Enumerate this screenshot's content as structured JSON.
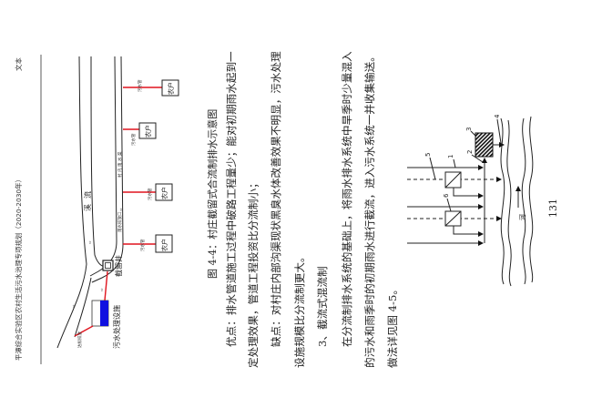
{
  "header": {
    "title": "平潭综合实验区农村生活污水治理专项规划（2020-2030年）",
    "section": "文本"
  },
  "figure44": {
    "caption": "图 4-4：村庄截留式合流制排水示意图",
    "stream_label": "溪流",
    "channel_label": "村内雨水渠",
    "outlet_label": "雨水排放口",
    "well_label": "截留井",
    "plant_label": "污水处理设施",
    "discharge_label": "达标排放",
    "house_label": "农户",
    "pipe_label": "污水管",
    "plant_color": "#1010e0",
    "pipe_color": "#e0141e"
  },
  "body": {
    "lines": [
      "优点：排水管道施工过程中破路工程量少；能对初期雨水起到一",
      "定处理效果，管道工程投资比分流制小；",
      "缺点：对村庄内部沟渠现状黑臭水体改善效果不明显，污水处理",
      "设施规模比分流制更大。",
      "3、截流式混流制",
      "在分流制排水系统的基础上，将雨水排水系统中旱季时少量混入",
      "的污水和雨季时的初期雨水进行截流，进入污水系统一并收集输送。",
      "做法详见图 4-5。"
    ]
  },
  "figure45": {
    "labels": [
      "1",
      "2",
      "3",
      "4",
      "5",
      "6"
    ],
    "river_label": "河"
  },
  "page_number": "131"
}
